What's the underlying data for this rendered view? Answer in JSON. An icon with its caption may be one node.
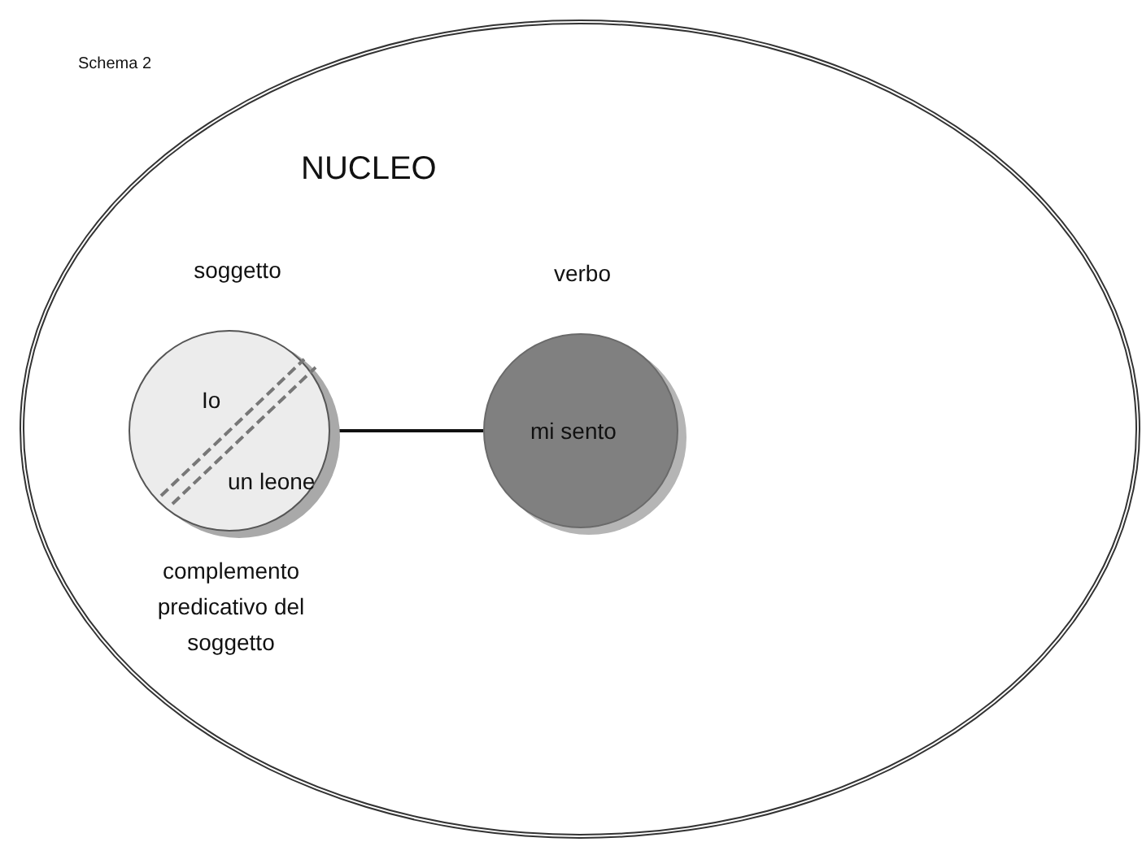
{
  "diagram": {
    "nodes": [
      {
        "text": [
          "NUCLEO"
        ]
      },
      {
        "text": [
          "Io",
          "un leone"
        ],
        "beside": [
          "soggetto",
          "complemento predicativo del soggetto"
        ],
        "in": 0
      },
      {
        "text": [
          "mi sento"
        ],
        "beside": [
          "verbo"
        ],
        "in": 0
      }
    ],
    "edges": [
      {
        "from": 1,
        "to": 2,
        "arrow": "none"
      }
    ],
    "labels": [
      "Schema 2"
    ]
  }
}
